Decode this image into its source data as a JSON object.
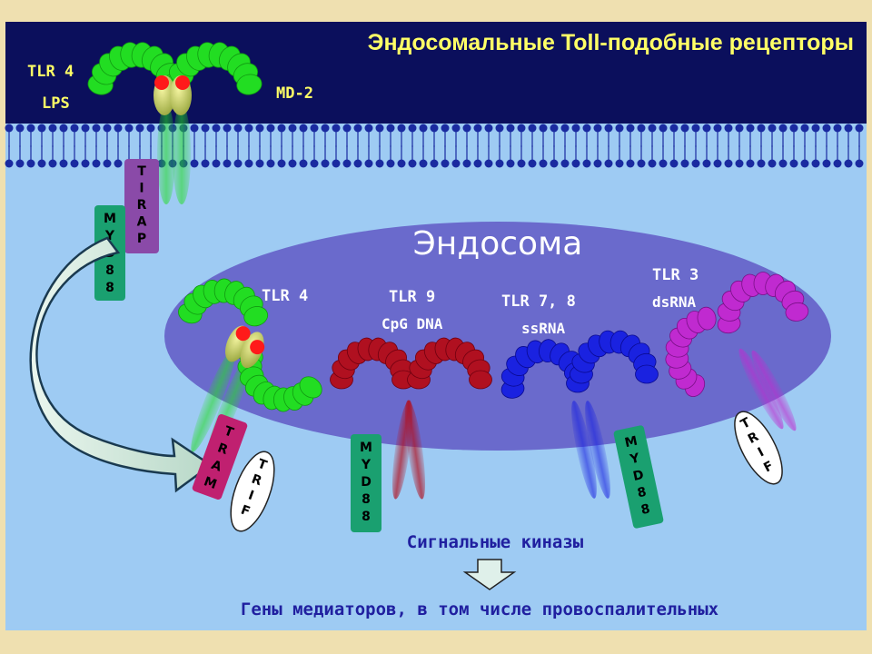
{
  "title": "Эндосомальные Toll-подобные рецепторы",
  "surface": {
    "receptor_label": "TLR 4",
    "ligand_label": "LPS",
    "coreceptor_label": "MD-2",
    "adapter_tirap": [
      "T",
      "I",
      "R",
      "A",
      "P"
    ],
    "adapter_myd88": [
      "M",
      "Y",
      "D",
      "8",
      "8"
    ]
  },
  "endosome": {
    "label": "Эндосома",
    "receptors": [
      {
        "name": "TLR 4",
        "ligand": ""
      },
      {
        "name": "TLR 9",
        "ligand": "CpG DNA"
      },
      {
        "name": "TLR 7, 8",
        "ligand": "ssRNA"
      },
      {
        "name": "TLR 3",
        "ligand": "dsRNA"
      }
    ]
  },
  "adapters": {
    "tram": [
      "T",
      "R",
      "A",
      "M"
    ],
    "trif": [
      "T",
      "R",
      "I",
      "F"
    ],
    "myd88": [
      "M",
      "Y",
      "D",
      "8",
      "8"
    ]
  },
  "kinases_label": "Сигнальные киназы",
  "genes_label": "Гены медиаторов, в том числе провоспалительных",
  "colors": {
    "frame": "#efe0b0",
    "extracellular": "#0b0f5c",
    "cytoplasm": "#9ecbf3",
    "endosome": "#6a6acc",
    "membrane": "#1a2aa0",
    "tlr4": "#22dd22",
    "tlr9": "#b01020",
    "tlr78": "#1a22e0",
    "tlr3": "#c02ad0",
    "myd88": "#1aa070",
    "tirap": "#8a4aa8",
    "tram": "#c02070",
    "trif": "#ffffff",
    "title": "#ffff66",
    "label_dark_bg": "#ffff66",
    "label_endosome": "#ffffff",
    "bottom_text": "#2020a0"
  }
}
